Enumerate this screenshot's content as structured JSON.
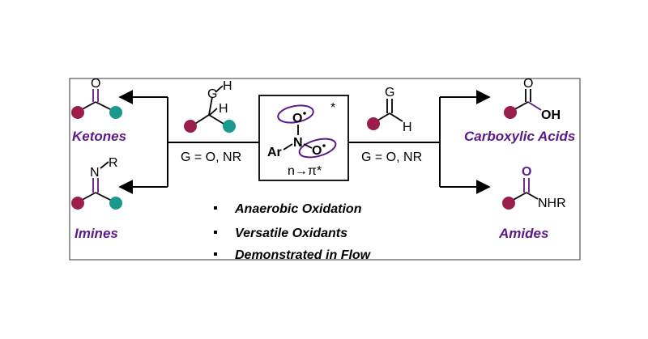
{
  "colors": {
    "maroon": "#9b1d4b",
    "teal": "#1a9a8c",
    "purple": "#5b1a86",
    "carbonyl": "#5b1a86"
  },
  "substrate_left": {
    "g": "G",
    "h1": "H",
    "h2": "H",
    "condition": "G = O, NR"
  },
  "substrate_right": {
    "g": "G",
    "h": "H",
    "condition": "G = O, NR"
  },
  "reagent": {
    "o_top": "O",
    "o_bottom": "O",
    "n": "N",
    "ar": "Ar",
    "star": "*",
    "transition": "n→π*"
  },
  "products": {
    "ketones": {
      "label": "Ketones",
      "o": "O"
    },
    "imines": {
      "label": "Imines",
      "n": "N",
      "r": "R"
    },
    "acids": {
      "label": "Carboxylic Acids",
      "o": "O",
      "oh": "OH"
    },
    "amides": {
      "label": "Amides",
      "o": "O",
      "nhr": "NHR"
    }
  },
  "bullets": [
    "Anaerobic Oxidation",
    "Versatile Oxidants",
    "Demonstrated in Flow"
  ]
}
